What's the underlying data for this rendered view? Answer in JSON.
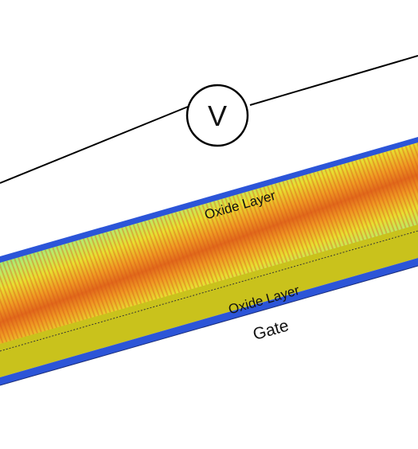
{
  "labels": {
    "voltmeter": "V",
    "oxide_top": "Oxide Layer",
    "oxide_bottom": "Oxide Layer",
    "gate": "Gate"
  },
  "colors": {
    "background": "#ffffff",
    "wire": "#000000",
    "electrode_blue": "#2c55d8",
    "oxide_yellow": "#c9c21c",
    "channel_green": "#7ee87e",
    "channel_yellow": "#e8e030",
    "channel_orange": "#e87a18",
    "channel_red": "#d94a1a"
  },
  "icons": [
    "voltmeter-icon"
  ]
}
